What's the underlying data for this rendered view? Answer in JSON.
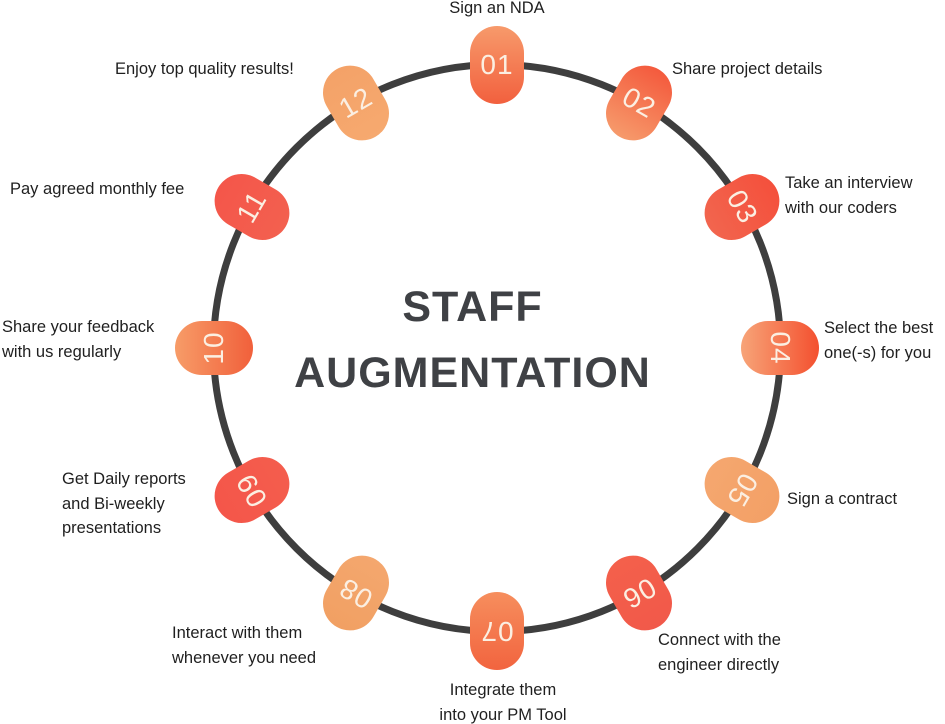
{
  "title": {
    "line1": "STAFF",
    "line2": "AUGMENTATION"
  },
  "colors": {
    "ring": "#3E3E3E",
    "title": "#3F4145",
    "label": "#1F1F1F",
    "number": "#FBEFE2"
  },
  "steps": [
    {
      "num": "01",
      "label": [
        "Sign an NDA"
      ],
      "gradient": [
        "#F79A6B",
        "#F2603E"
      ]
    },
    {
      "num": "02",
      "label": [
        "Share project details"
      ],
      "gradient": [
        "#F45A3D",
        "#F69A6B"
      ]
    },
    {
      "num": "03",
      "label": [
        "Take an interview",
        "with our coders"
      ],
      "gradient": [
        "#F4503C",
        "#F2654E"
      ]
    },
    {
      "num": "04",
      "label": [
        "Select the best",
        "one(-s) for you"
      ],
      "gradient": [
        "#F4502F",
        "#F7A478"
      ]
    },
    {
      "num": "05",
      "label": [
        "Sign a contract"
      ],
      "gradient": [
        "#F3A066",
        "#F5A76F"
      ]
    },
    {
      "num": "06",
      "label": [
        "Connect with the",
        "engineer directly"
      ],
      "gradient": [
        "#F1594A",
        "#F4604B"
      ]
    },
    {
      "num": "07",
      "label": [
        "Integrate them",
        "into your PM Tool"
      ],
      "gradient": [
        "#F2643F",
        "#F68E5D"
      ]
    },
    {
      "num": "08",
      "label": [
        "Interact with them",
        "whenever you need"
      ],
      "gradient": [
        "#F1A063",
        "#F4A76E"
      ]
    },
    {
      "num": "09",
      "label": [
        "Get Daily reports",
        "and Bi-weekly",
        "presentations"
      ],
      "gradient": [
        "#F4564A",
        "#F45D4D"
      ]
    },
    {
      "num": "10",
      "label": [
        "Share your feedback",
        "with us regularly"
      ],
      "gradient": [
        "#F79C68",
        "#F1603B"
      ]
    },
    {
      "num": "11",
      "label": [
        "Pay agreed monthly fee"
      ],
      "gradient": [
        "#F4564A",
        "#F3604F"
      ]
    },
    {
      "num": "12",
      "label": [
        "Enjoy top quality results!"
      ],
      "gradient": [
        "#F4A268",
        "#F6A96F"
      ]
    }
  ]
}
